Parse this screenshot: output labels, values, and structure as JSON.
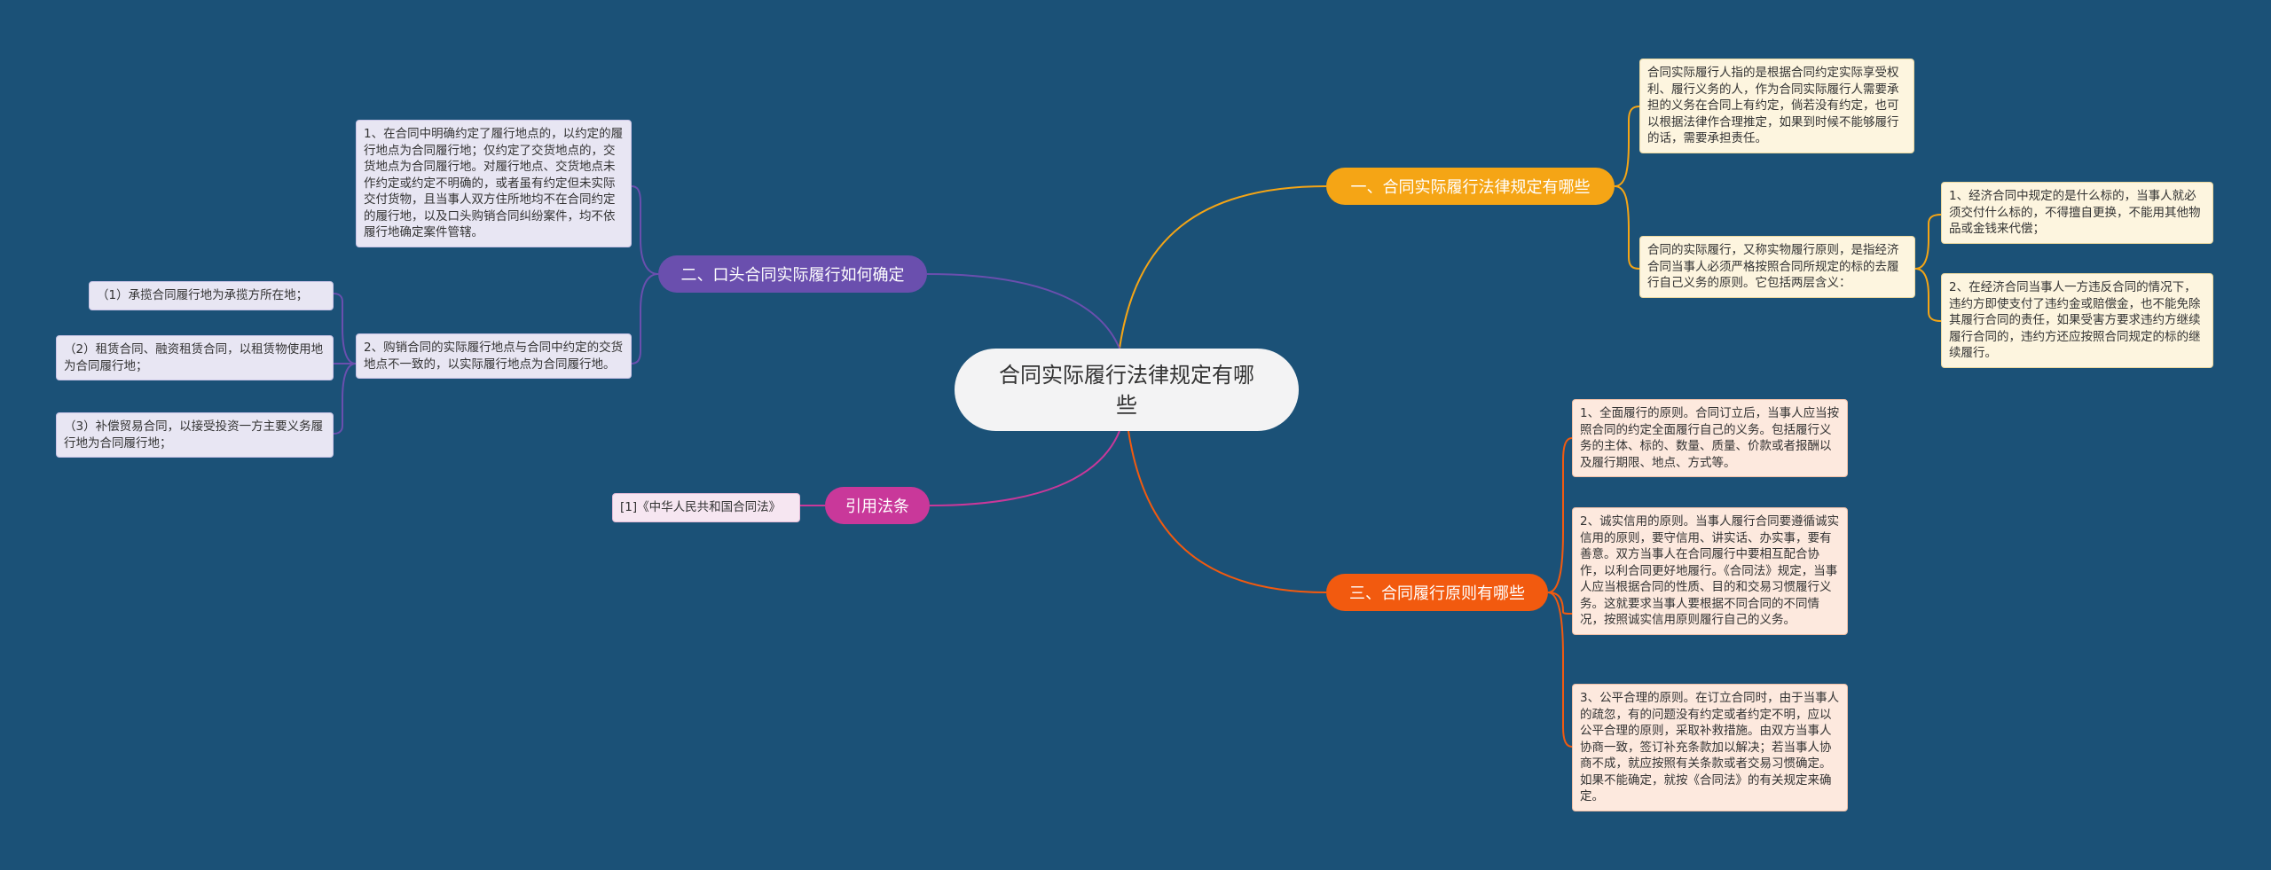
{
  "root": {
    "title": "合同实际履行法律规定有哪些"
  },
  "branches": {
    "b1": {
      "label": "一、合同实际履行法律规定有哪些",
      "color": "#f5a515",
      "items": [
        "合同实际履行人指的是根据合同约定实际享受权利、履行义务的人，作为合同实际履行人需要承担的义务在合同上有约定，倘若没有约定，也可以根据法律作合理推定，如果到时候不能够履行的话，需要承担责任。",
        "合同的实际履行，又称实物履行原则，是指经济合同当事人必须严格按照合同所规定的标的去履行自己义务的原则。它包括两层含义："
      ],
      "sub_items": [
        "1、经济合同中规定的是什么标的，当事人就必须交付什么标的，不得擅自更换，不能用其他物品或金钱来代偿；",
        "2、在经济合同当事人一方违反合同的情况下，违约方即使支付了违约金或赔偿金，也不能免除其履行合同的责任，如果受害方要求违约方继续履行合同的，违约方还应按照合同规定的标的继续履行。"
      ]
    },
    "b2": {
      "label": "二、口头合同实际履行如何确定",
      "color": "#6a4fae",
      "items": [
        "1、在合同中明确约定了履行地点的，以约定的履行地点为合同履行地；仅约定了交货地点的，交货地点为合同履行地。对履行地点、交货地点未作约定或约定不明确的，或者虽有约定但未实际交付货物，且当事人双方住所地均不在合同约定的履行地，以及口头购销合同纠纷案件，均不依履行地确定案件管辖。",
        "2、购销合同的实际履行地点与合同中约定的交货地点不一致的，以实际履行地点为合同履行地。"
      ],
      "sub_items": [
        "（1）承揽合同履行地为承揽方所在地；",
        "（2）租赁合同、融资租赁合同，以租赁物使用地为合同履行地；",
        "（3）补偿贸易合同，以接受投资一方主要义务履行地为合同履行地；"
      ]
    },
    "b3": {
      "label": "三、合同履行原则有哪些",
      "color": "#f25a0f",
      "items": [
        "1、全面履行的原则。合同订立后，当事人应当按照合同的约定全面履行自己的义务。包括履行义务的主体、标的、数量、质量、价款或者报酬以及履行期限、地点、方式等。",
        "2、诚实信用的原则。当事人履行合同要遵循诚实信用的原则，要守信用、讲实话、办实事，要有善意。双方当事人在合同履行中要相互配合协作，以利合同更好地履行。《合同法》规定，当事人应当根据合同的性质、目的和交易习惯履行义务。这就要求当事人要根据不同合同的不同情况，按照诚实信用原则履行自己的义务。",
        "3、公平合理的原则。在订立合同时，由于当事人的疏忽，有的问题没有约定或者约定不明，应以公平合理的原则，采取补救措施。由双方当事人协商一致，签订补充条款加以解决；若当事人协商不成，就应按照有关条款或者交易习惯确定。如果不能确定，就按《合同法》的有关规定来确定。"
      ]
    },
    "b4": {
      "label": "引用法条",
      "color": "#c9389a",
      "items": [
        "[1]《中华人民共和国合同法》"
      ]
    }
  },
  "colors": {
    "background": "#1b5177",
    "root": "#f3f3f4"
  }
}
